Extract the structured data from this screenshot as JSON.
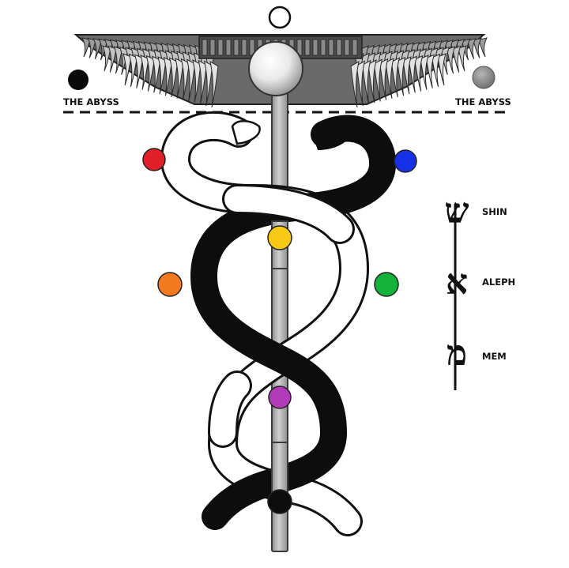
{
  "abyss": {
    "left_label": "THE ABYSS",
    "right_label": "THE ABYSS",
    "left_orb_color": "#0a0a0a",
    "right_orb_color": "#8c8c8c"
  },
  "letters": [
    {
      "glyph": "ש",
      "label": "SHIN"
    },
    {
      "glyph": "א",
      "label": "ALEPH"
    },
    {
      "glyph": "מ",
      "label": "MEM"
    }
  ],
  "colors": {
    "red": "#e01f26",
    "blue": "#1530e6",
    "orange": "#f47a20",
    "green": "#13b23a",
    "yellow": "#f6c915",
    "purple": "#b03ab8",
    "black": "#0d0d0d",
    "staff": "#b6b6b6",
    "white_serpent": "#ffffff",
    "black_serpent": "#0d0d0d"
  },
  "icons": {
    "top": "winged-disk-icon",
    "crown": "white-circle-icon",
    "staff": "caduceus-staff-icon",
    "serpents": "twin-serpents-icon"
  }
}
